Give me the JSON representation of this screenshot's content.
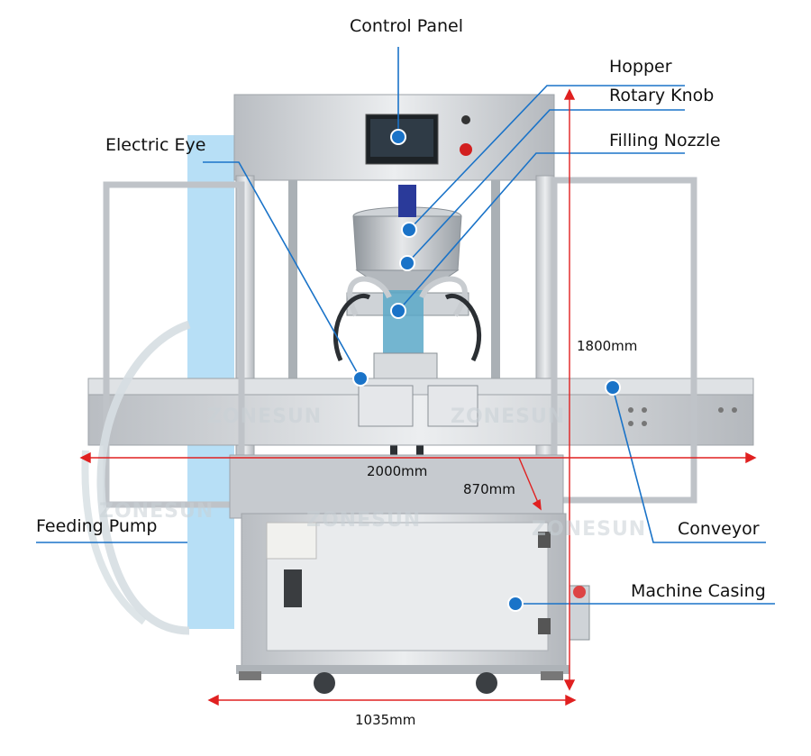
{
  "callouts": {
    "control_panel": "Control Panel",
    "hopper": "Hopper",
    "rotary_knob": "Rotary Knob",
    "filling_nozzle": "Filling Nozzle",
    "electric_eye": "Electric Eye",
    "feeding_pump": "Feeding Pump",
    "conveyor": "Conveyor",
    "machine_casing": "Machine Casing"
  },
  "dimensions": {
    "height": "1800mm",
    "length": "2000mm",
    "depth": "870mm",
    "width": "1035mm"
  },
  "watermark": "ZONESUN",
  "colors": {
    "callout_line": "#1a73c8",
    "callout_dot": "#1a73c8",
    "dimension_line": "#e02020",
    "frame_steel": "#c9ccd0",
    "pump_highlight": "#7cc4ee"
  }
}
